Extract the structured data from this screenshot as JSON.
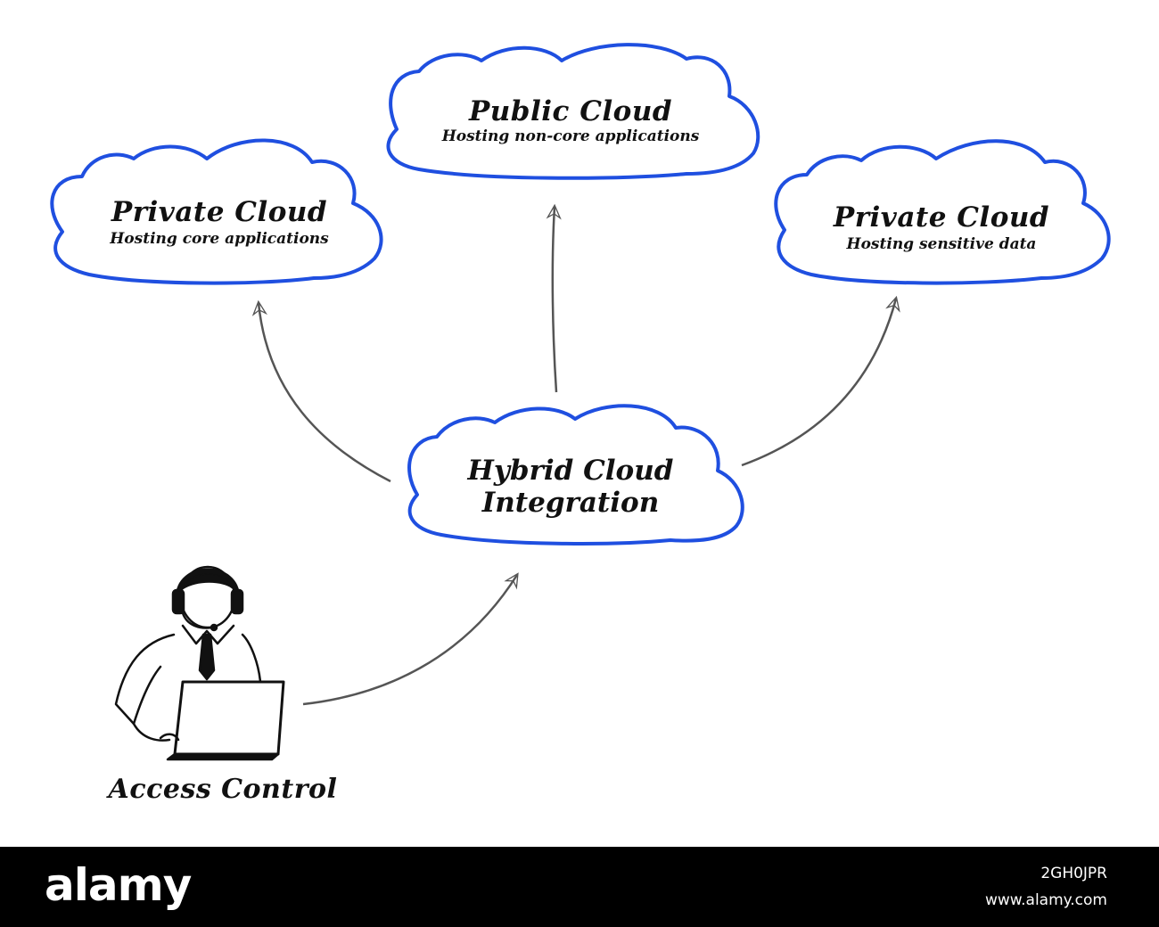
{
  "colors": {
    "cloud_stroke": "#1f4fe0",
    "arrow_stroke": "#555555",
    "footer_bg": "#000000"
  },
  "nodes": {
    "private_cloud_core": {
      "title": "Private Cloud",
      "subtitle": "Hosting core applications"
    },
    "public_cloud": {
      "title": "Public Cloud",
      "subtitle": "Hosting non-core applications"
    },
    "private_cloud_sensitive": {
      "title": "Private Cloud",
      "subtitle": "Hosting sensitive data"
    },
    "hybrid": {
      "line1": "Hybrid Cloud",
      "line2": "Integration"
    },
    "access_control": {
      "label": "Access Control"
    }
  },
  "edges": [
    {
      "from": "access_control",
      "to": "hybrid"
    },
    {
      "from": "hybrid",
      "to": "private_cloud_core"
    },
    {
      "from": "hybrid",
      "to": "public_cloud"
    },
    {
      "from": "hybrid",
      "to": "private_cloud_sensitive"
    }
  ],
  "watermark": {
    "brand": "alamy",
    "image_id": "2GH0JPR",
    "site": "www.alamy.com"
  }
}
